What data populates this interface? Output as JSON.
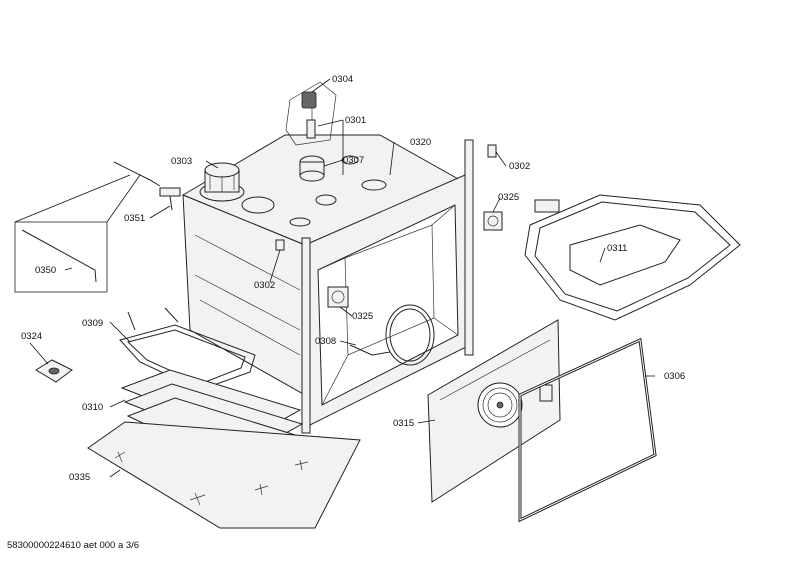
{
  "labels": {
    "p0301": "0301",
    "p0302a": "0302",
    "p0302b": "0302",
    "p0303": "0303",
    "p0304": "0304",
    "p0306": "0306",
    "p0307": "0307",
    "p0308": "0308",
    "p0309": "0309",
    "p0310": "0310",
    "p0311": "0311",
    "p0315": "0315",
    "p0320": "0320",
    "p0324": "0324",
    "p0325a": "0325",
    "p0325b": "0325",
    "p0335": "0335",
    "p0350": "0350",
    "p0351": "0351"
  },
  "footer": "58300000224610 aet 000 a 3/6"
}
